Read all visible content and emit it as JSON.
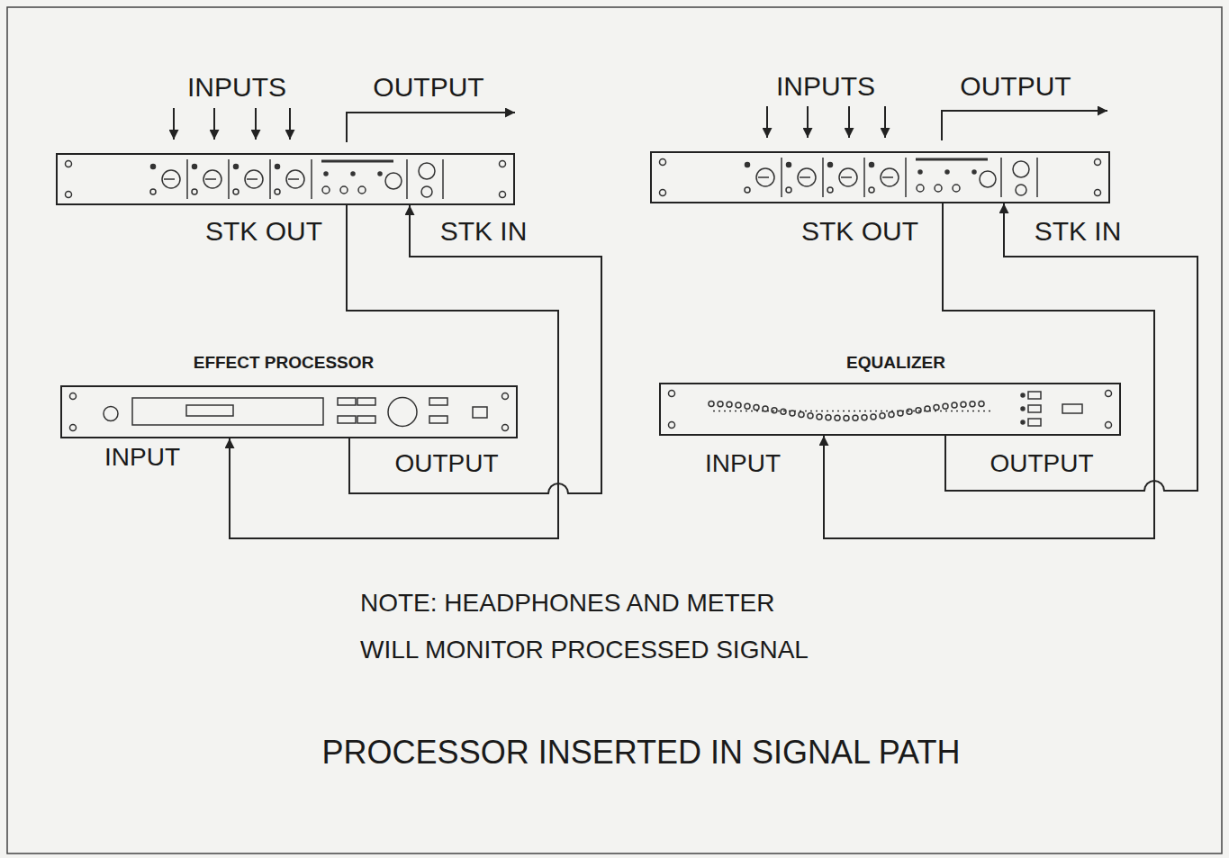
{
  "diagram": {
    "caption": "PROCESSOR INSERTED IN SIGNAL PATH",
    "nodes": [
      {
        "text": [
          "INPUTS",
          "OUTPUT",
          "STK OUT",
          "STK IN"
        ]
      },
      {
        "text": [
          "EFFECT PROCESSOR",
          "INPUT",
          "OUTPUT"
        ]
      },
      {
        "text": [
          "INPUTS",
          "OUTPUT",
          "STK OUT",
          "STK IN"
        ]
      },
      {
        "text": [
          "EQUALIZER",
          "INPUT",
          "OUTPUT"
        ]
      }
    ],
    "edges": [
      {
        "from": 0,
        "to": 1,
        "arrow": "to"
      },
      {
        "from": 1,
        "to": 0,
        "arrow": "to"
      },
      {
        "from": 2,
        "to": 3,
        "arrow": "to"
      },
      {
        "from": 3,
        "to": 2,
        "arrow": "to"
      }
    ],
    "labels": [
      "NOTE: HEADPHONES AND METER",
      "WILL MONITOR PROCESSED SIGNAL"
    ]
  }
}
